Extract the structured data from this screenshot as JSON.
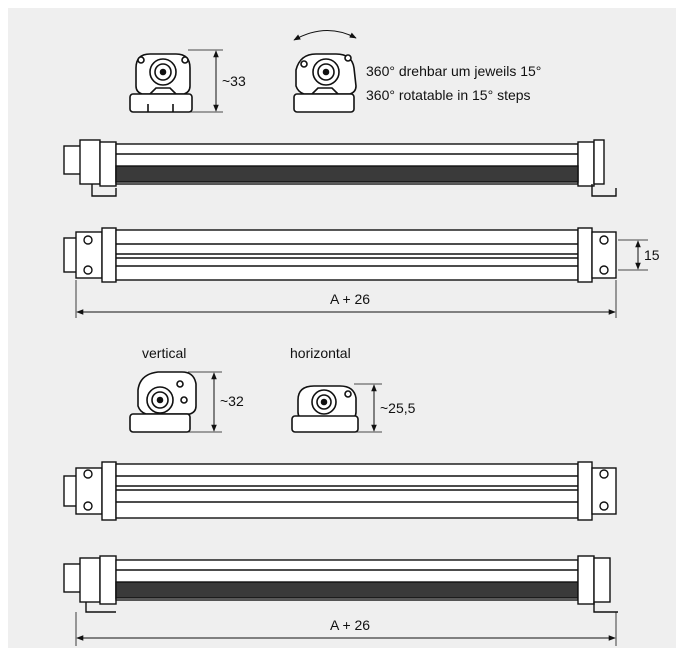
{
  "annotations": {
    "height_top": "~33",
    "rotation_de": "360° drehbar um jeweils 15°",
    "rotation_en": "360° rotatable in 15° steps",
    "width_15": "15",
    "length_1": "A + 26",
    "label_vertical": "vertical",
    "label_horizontal": "horizontal",
    "height_vertical": "~32",
    "height_horizontal": "~25,5",
    "length_2": "A + 26"
  },
  "colors": {
    "background": "#efefef",
    "line": "#111111",
    "dark_band": "#3a3a3a"
  }
}
